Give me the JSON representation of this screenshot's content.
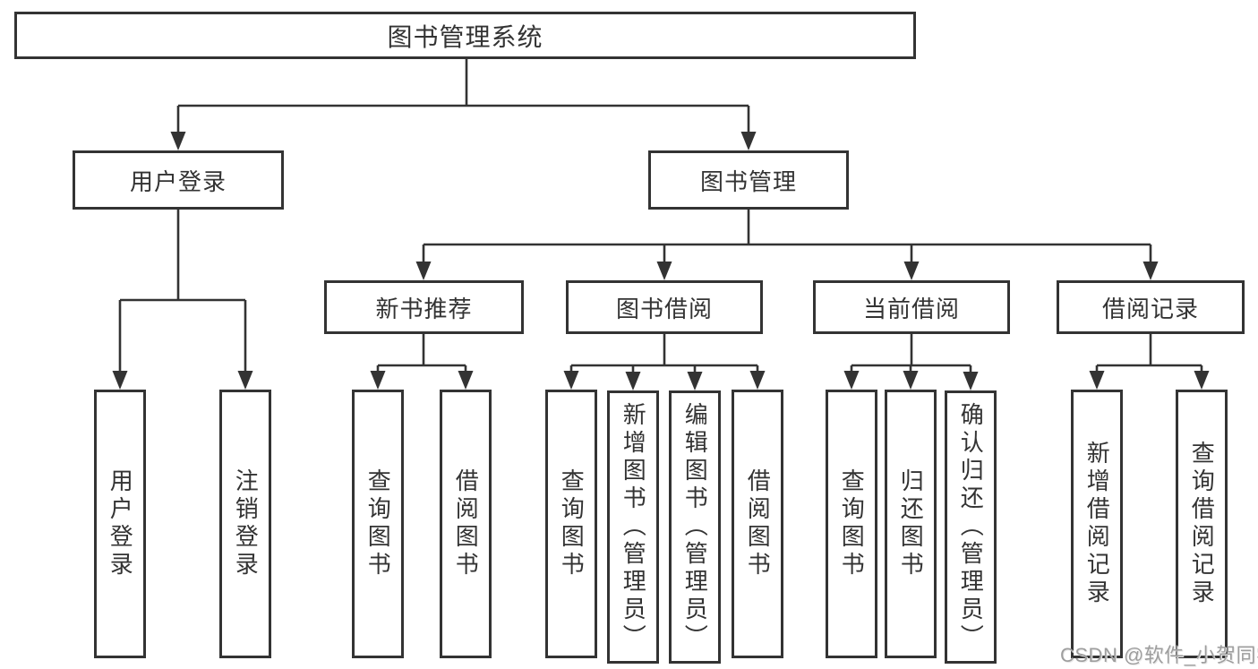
{
  "diagram": {
    "title": "图书管理系统",
    "nodes": {
      "root": {
        "label": "图书管理系统"
      },
      "user_login": {
        "label": "用户登录"
      },
      "book_management": {
        "label": "图书管理"
      },
      "new_book_recommend": {
        "label": "新书推荐"
      },
      "book_borrowing": {
        "label": "图书借阅"
      },
      "current_borrowing": {
        "label": "当前借阅"
      },
      "borrowing_records": {
        "label": "借阅记录"
      },
      "leaf_user_login": {
        "label": "用户登录"
      },
      "leaf_logout": {
        "label": "注销登录"
      },
      "leaf_query_book_recommend": {
        "label": "查询图书"
      },
      "leaf_borrow_book_recommend": {
        "label": "借阅图书"
      },
      "leaf_query_book_borrowing": {
        "label": "查询图书"
      },
      "leaf_add_book_admin": {
        "label": "新增图书（管理员）"
      },
      "leaf_edit_book_admin": {
        "label": "编辑图书（管理员）"
      },
      "leaf_borrow_book_borrowing": {
        "label": "借阅图书"
      },
      "leaf_query_book_current": {
        "label": "查询图书"
      },
      "leaf_return_book": {
        "label": "归还图书"
      },
      "leaf_confirm_return_admin": {
        "label": "确认归还（管理员）"
      },
      "leaf_add_borrow_record": {
        "label": "新增借阅记录"
      },
      "leaf_query_borrow_record": {
        "label": "查询借阅记录"
      }
    }
  },
  "watermark": {
    "text": "CSDN @软件_小贺同学",
    "color": "#9e9e9e"
  },
  "colors": {
    "line": "#333333",
    "box_border": "#333333",
    "text": "#333333",
    "background": "#ffffff"
  }
}
